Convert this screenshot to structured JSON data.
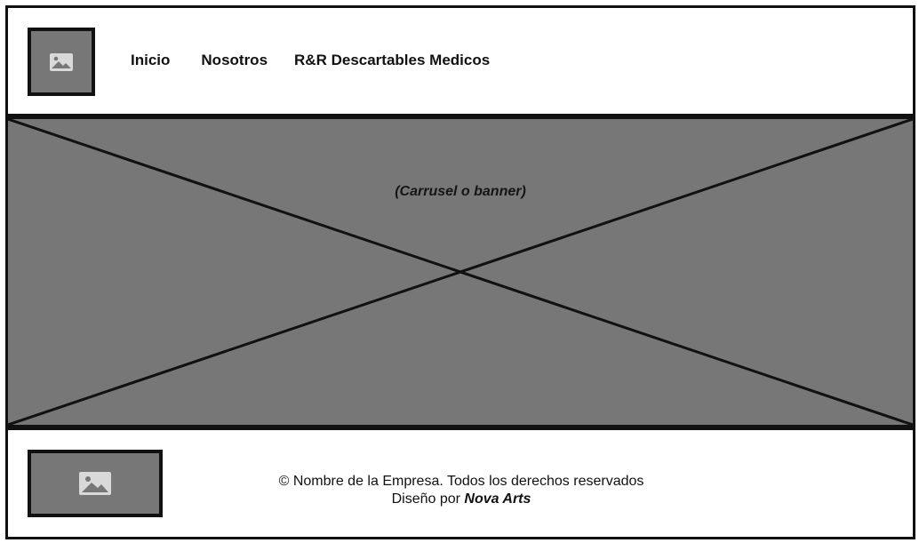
{
  "header": {
    "logo_icon": "image-placeholder-icon",
    "nav": {
      "items": [
        {
          "label": "Inicio"
        },
        {
          "label": "Nosotros"
        },
        {
          "label": "R&R Descartables Medicos"
        }
      ]
    }
  },
  "banner": {
    "caption": "(Carrusel o banner)"
  },
  "footer": {
    "logo_icon": "image-placeholder-icon",
    "copyright": "© Nombre de la Empresa. Todos los derechos reservados",
    "credit_prefix": "Diseño por ",
    "credit_brand": "Nova Arts"
  },
  "colors": {
    "placeholder_fill": "#777777",
    "border": "#111111",
    "background": "#ffffff",
    "icon_fill": "#d9d9d9"
  }
}
